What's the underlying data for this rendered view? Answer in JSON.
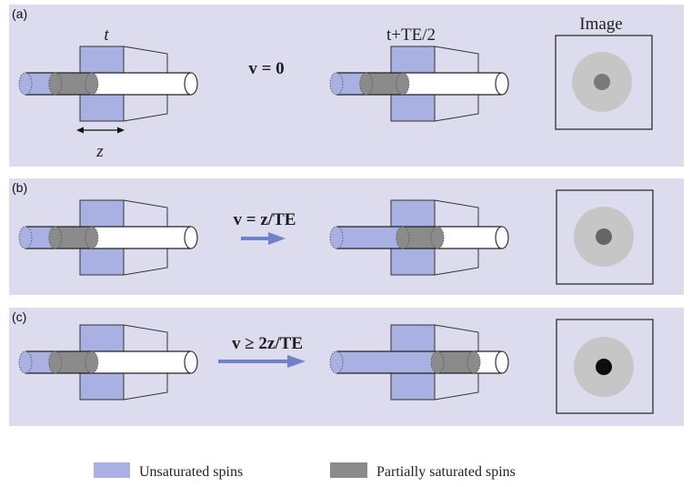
{
  "panels": [
    {
      "label": "(a)",
      "equation": "v = 0",
      "label_left": "t",
      "label_right": "t+TE/2",
      "label_image": "Image",
      "label_z": "z",
      "arrow": "none",
      "pre_range": [
        0.18,
        0.4
      ],
      "post_range": [
        0.18,
        0.4
      ],
      "spot_color": "#7a7a7a"
    },
    {
      "label": "(b)",
      "equation": "v = z/TE",
      "arrow": "short",
      "pre_range": [
        0.18,
        0.4
      ],
      "post_range": [
        0.4,
        0.61
      ],
      "spot_color": "#666666"
    },
    {
      "label": "(c)",
      "equation": "v ≥ 2z/TE",
      "arrow": "long",
      "pre_range": [
        0.18,
        0.4
      ],
      "post_range": [
        0.61,
        0.83
      ],
      "spot_color": "#0d0d0d"
    }
  ],
  "legend": {
    "unsaturated_label": "Unsaturated spins",
    "partial_label": "Partially saturated spins"
  },
  "colors": {
    "panel_bg": "#dcdcee",
    "unsaturated": "#a9b1e2",
    "partially_saturated": "#8b8b8b",
    "arrow": "#7282c9",
    "image_disk": "#c6c6c6"
  }
}
